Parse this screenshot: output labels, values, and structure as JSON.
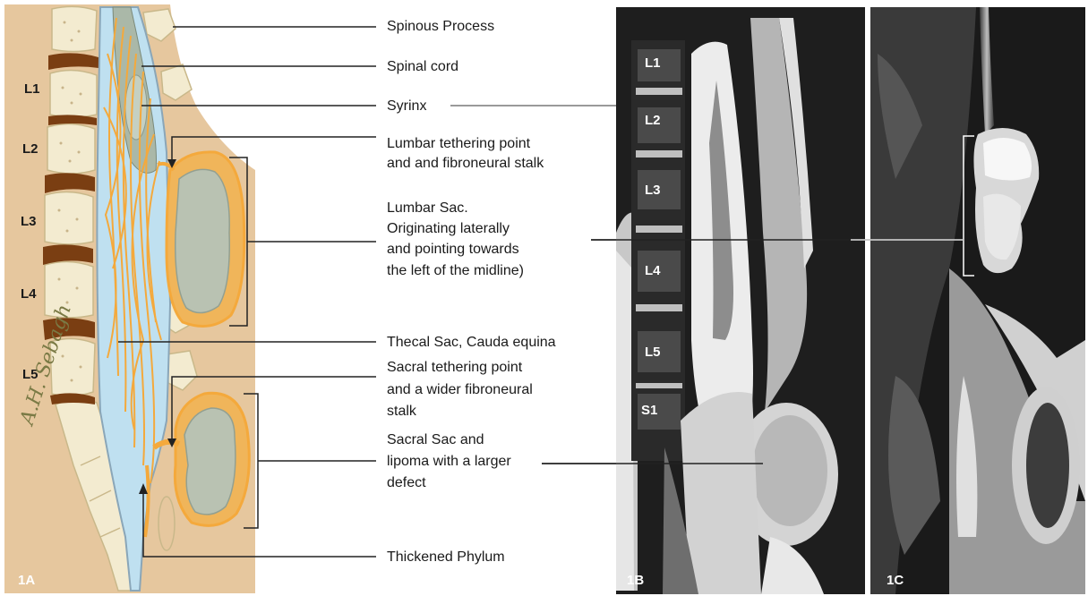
{
  "panel_a": {
    "id": "1A",
    "signature": "A.H. Sebagh",
    "vertebrae": [
      "L1",
      "L2",
      "L3",
      "L4",
      "L5"
    ]
  },
  "panel_b": {
    "id": "1B",
    "vertebrae": [
      "L1",
      "L2",
      "L3",
      "L4",
      "L5",
      "S1"
    ]
  },
  "panel_c": {
    "id": "1C"
  },
  "labels": {
    "spinous_process": "Spinous Process",
    "spinal_cord": "Spinal cord",
    "syrinx": "Syrinx",
    "lumbar_tether": [
      "Lumbar tethering point",
      "and and fibroneural stalk"
    ],
    "lumbar_sac": [
      "Lumbar Sac.",
      "Originating laterally",
      "and pointing towards",
      "the left of the midline)"
    ],
    "thecal_sac": "Thecal Sac, Cauda equina",
    "sacral_tether": [
      "Sacral tethering point",
      "and a wider fibroneural",
      "stalk"
    ],
    "sacral_sac": [
      "Sacral Sac and",
      "lipoma with a larger",
      "defect"
    ],
    "thickened_phylum": "Thickened Phylum"
  },
  "colors": {
    "skin": "#e6c79e",
    "bone": "#f3ebd0",
    "disc": "#7a3e12",
    "csf": "#bfe0f0",
    "nerve": "#f4a93c",
    "sac_fill": "#b9c2b2",
    "mri_dark": "#1e1e1e"
  }
}
